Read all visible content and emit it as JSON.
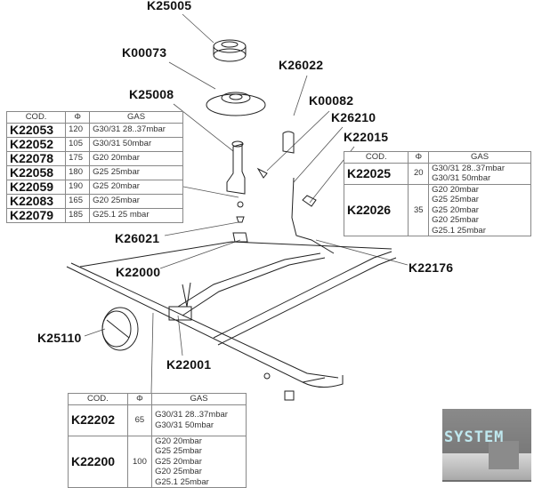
{
  "labels": {
    "k25005": "K25005",
    "k00073": "K00073",
    "k26022": "K26022",
    "k25008": "K25008",
    "k00082": "K00082",
    "k26210": "K26210",
    "k22015": "K22015",
    "k26021": "K26021",
    "k22000": "K22000",
    "k22176": "K22176",
    "k25110": "K25110",
    "k22001": "K22001"
  },
  "tables": {
    "headers": {
      "code": "COD.",
      "phi": "Φ",
      "gas": "GAS"
    },
    "burner_nozzles": [
      {
        "code": "K22053",
        "phi": "120",
        "gas": "G30/31 28..37mbar"
      },
      {
        "code": "K22052",
        "phi": "105",
        "gas": "G30/31 50mbar"
      },
      {
        "code": "K22078",
        "phi": "175",
        "gas": "G20 20mbar"
      },
      {
        "code": "K22058",
        "phi": "180",
        "gas": "G25 25mbar"
      },
      {
        "code": "K22059",
        "phi": "190",
        "gas": "G25 20mbar"
      },
      {
        "code": "K22083",
        "phi": "165",
        "gas": "G20 25mbar"
      },
      {
        "code": "K22079",
        "phi": "185",
        "gas": "G25.1 25 mbar"
      }
    ],
    "pilot_nozzles": [
      {
        "code": "K22025",
        "phi": "20",
        "gas": [
          "G30/31 28..37mbar",
          "G30/31 50mbar"
        ]
      },
      {
        "code": "K22026",
        "phi": "35",
        "gas": [
          "G20 20mbar",
          "G25 25mbar",
          "G25 20mbar",
          "G20 25mbar",
          "G25.1 25mbar"
        ]
      }
    ],
    "minimum_screws": [
      {
        "code": "K22202",
        "phi": "65",
        "gas": [
          "G30/31 28..37mbar",
          "G30/31 50mbar"
        ]
      },
      {
        "code": "K22200",
        "phi": "100",
        "gas": [
          "G20 20mbar",
          "G25 25mbar",
          "G25 20mbar",
          "G20 25mbar",
          "G25.1 25mbar"
        ]
      }
    ]
  },
  "logo": {
    "text": "SYSTEM"
  }
}
